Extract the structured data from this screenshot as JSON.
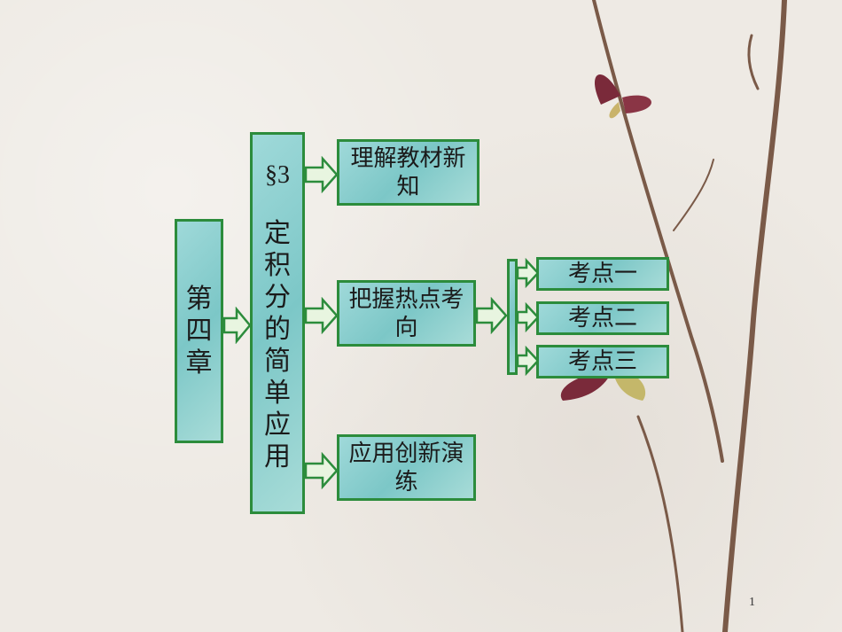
{
  "chapter": "第四章",
  "section": {
    "symbol": "§3",
    "title": "定积分的简单应用"
  },
  "branches": {
    "understand": "理解教材新知",
    "master": "把握热点考向",
    "apply": "应用创新演练"
  },
  "points": [
    "考点一",
    "考点二",
    "考点三"
  ],
  "page_number": "1",
  "colors": {
    "box_border": "#2c8c3c",
    "box_fill": "#8fd0d0"
  }
}
